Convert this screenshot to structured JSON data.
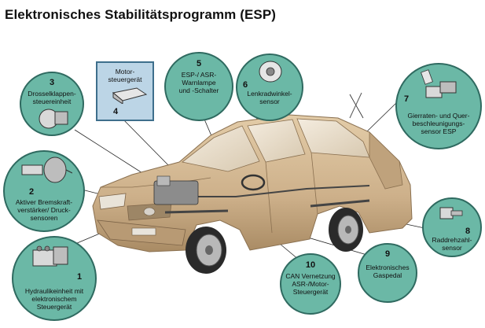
{
  "title": "Elektronisches Stabilitätsprogramm (ESP)",
  "components": [
    {
      "number": "1",
      "label_lines": [
        "Hydraulikeinheit mit",
        "elektronischem",
        "Steuergerät"
      ]
    },
    {
      "number": "2",
      "label_lines": [
        "Aktiver Bremskraft-",
        "verstärker/ Druck-",
        "sensoren"
      ]
    },
    {
      "number": "3",
      "label_lines": [
        "Drosselklappen-",
        "steuereinheit"
      ]
    },
    {
      "number": "4",
      "label_lines": [
        "Motor-",
        "steuergerät"
      ]
    },
    {
      "number": "5",
      "label_lines": [
        "ESP-/ ASR-",
        "Warnlampe",
        "und -Schalter"
      ]
    },
    {
      "number": "6",
      "label_lines": [
        "Lenkradwinkel-",
        "sensor"
      ]
    },
    {
      "number": "7",
      "label_lines": [
        "Gierraten- und Quer-",
        "beschleunigungs-",
        "sensor ESP"
      ]
    },
    {
      "number": "8",
      "label_lines": [
        "Raddrehzahl-",
        "sensor"
      ]
    },
    {
      "number": "9",
      "label_lines": [
        "Elektronisches",
        "Gaspedal"
      ]
    },
    {
      "number": "10",
      "label_lines": [
        "CAN Vernetzung",
        "ASR-/Motor-",
        "Steuergerät"
      ]
    }
  ],
  "colors": {
    "bubble_fill": "#6bb8a6",
    "panel_fill": "#bcd5e6",
    "car_body": "#cdb08a"
  }
}
